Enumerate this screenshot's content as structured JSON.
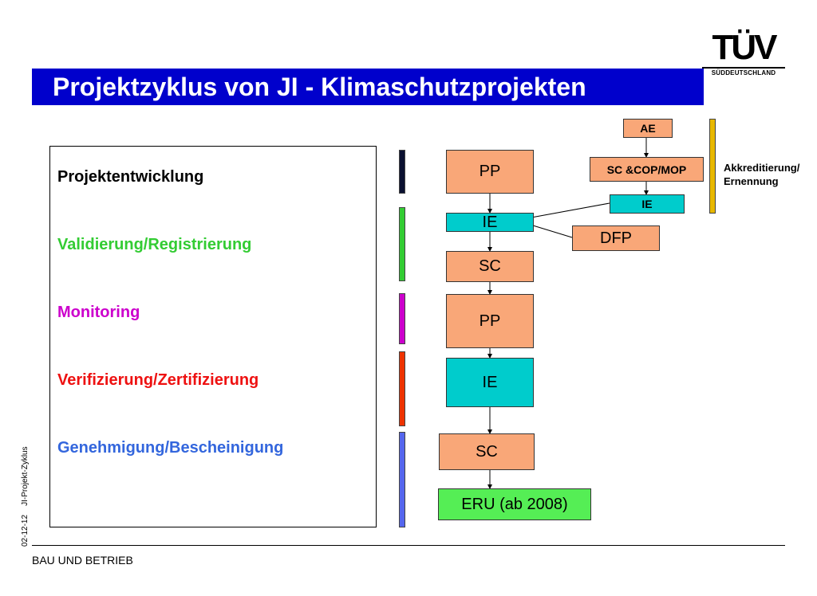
{
  "title": "Projektzyklus von JI - Klimaschutzprojekten",
  "logo": {
    "main": "TÜV",
    "sub": "SÜDDEUTSCHLAND"
  },
  "phases": [
    {
      "label": "Projektentwicklung",
      "color": "#000000",
      "bar_color": "#0a1030"
    },
    {
      "label": "Validierung/Registrierung",
      "color": "#33cc33",
      "bar_color": "#33cc33"
    },
    {
      "label": "Monitoring",
      "color": "#cc00cc",
      "bar_color": "#cc00cc"
    },
    {
      "label": "Verifizierung/Zertifizierung",
      "color": "#ee1111",
      "bar_color": "#ee3300"
    },
    {
      "label": "Genehmigung/Bescheinigung",
      "color": "#3366dd",
      "bar_color": "#5566ee"
    }
  ],
  "flow": {
    "pp1": "PP",
    "ie1": "IE",
    "sc1": "SC",
    "pp2": "PP",
    "ie2": "IE",
    "sc2": "SC",
    "eru": "ERU (ab 2008)",
    "dfp": "DFP",
    "ae": "AE",
    "sc_cop": "SC &COP/MOP",
    "ie_small": "IE"
  },
  "accreditation": {
    "line1": "Akkreditierung/",
    "line2": "Ernennung",
    "bar_color": "#e8b800"
  },
  "side_text": {
    "date": "02-12-12",
    "doc": "JI-Projekt-Zyklus"
  },
  "footer": "BAU UND BETRIEB"
}
